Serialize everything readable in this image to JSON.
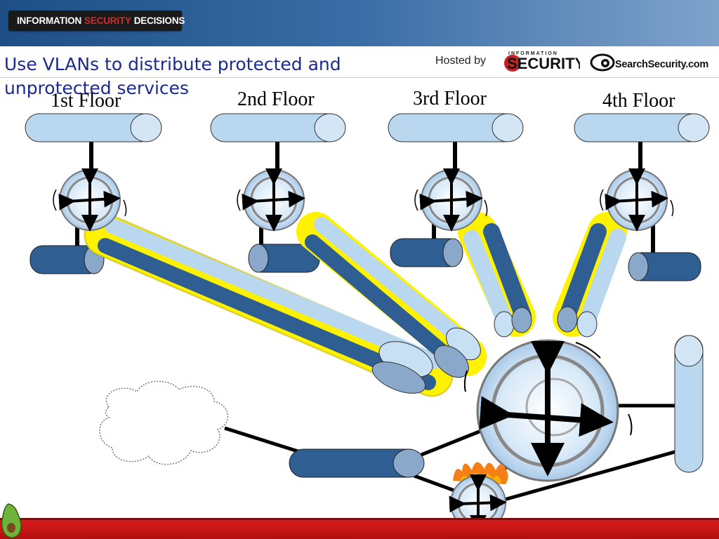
{
  "header": {
    "brand_part1": "INFORMATION",
    "brand_part2": "SECURITY",
    "brand_part3": "DECISIONS",
    "hosted_by": "Hosted by",
    "sponsor1_small": "INFORMATION",
    "sponsor1_big": "SECURITY",
    "sponsor2": "SearchSecurity.com"
  },
  "slide": {
    "title": "Use VLANs to distribute protected and unprotected services"
  },
  "floors": [
    {
      "label": "1st Floor"
    },
    {
      "label": "2nd Floor"
    },
    {
      "label": "3rd Floor"
    },
    {
      "label": "4th Floor"
    }
  ],
  "icons": {
    "switch": "switch-icon",
    "router": "router-icon",
    "firewall": "flame-icon",
    "cloud": "cloud-icon",
    "segment": "network-segment-icon",
    "vlan_trunk": "vlan-trunk-icon",
    "mascot": "avocado-icon"
  },
  "colors": {
    "header_blue": "#1d4f86",
    "title_blue": "#1b2a8c",
    "light_segment": "#b9d7ee",
    "dark_segment": "#2f5e93",
    "highlight": "#fff200",
    "footer_red": "#c41414",
    "flame": "#f57f17"
  }
}
